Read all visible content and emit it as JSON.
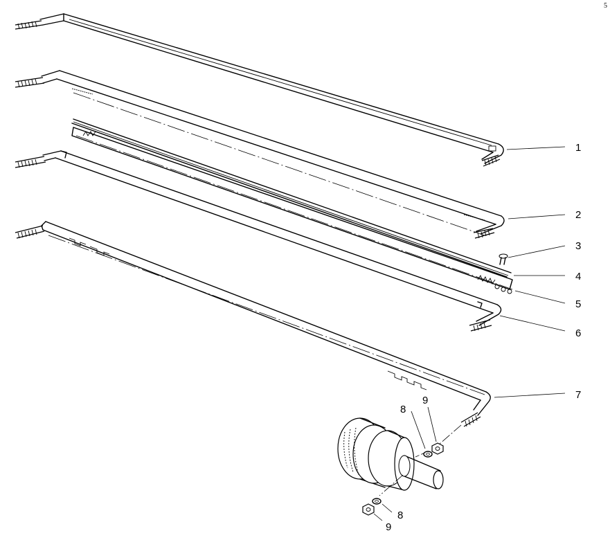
{
  "page_marker": "5",
  "callouts": {
    "c1": "1",
    "c2": "2",
    "c3": "3",
    "c4": "4",
    "c5": "5",
    "c6": "6",
    "c7": "7",
    "c8_top": "8",
    "c9_top": "9",
    "c8_bottom": "8",
    "c9_bottom": "9"
  },
  "colors": {
    "ink": "#000000",
    "paper": "#ffffff",
    "roller_shade": "#e6e6e6"
  }
}
